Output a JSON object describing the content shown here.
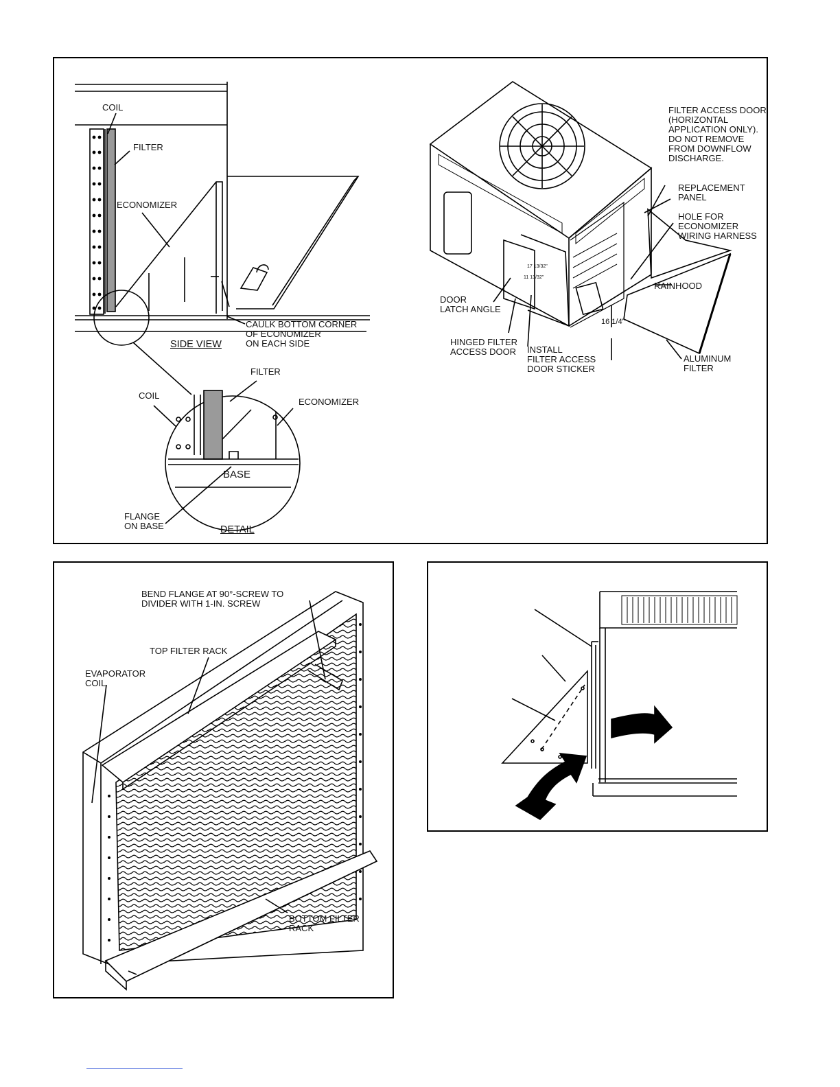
{
  "figure_top": {
    "side_view": {
      "coil": "COIL",
      "filter": "FILTER",
      "economizer": "ECONOMIZER",
      "caulk": "CAULK BOTTOM CORNER\nOF ECONOMIZER\nON EACH SIDE",
      "title": "SIDE VIEW"
    },
    "detail": {
      "filter": "FILTER",
      "coil": "COIL",
      "economizer": "ECONOMIZER",
      "base": "BASE",
      "flange": "FLANGE\nON BASE",
      "title": "DETAIL"
    },
    "unit": {
      "filter_access_door": "FILTER ACCESS DOOR\n(HORIZONTAL\nAPPLICATION ONLY).\nDO NOT REMOVE\nFROM DOWNFLOW\nDISCHARGE.",
      "replacement_panel": "REPLACEMENT\nPANEL",
      "hole": "HOLE FOR\nECONOMIZER\nWIRING HARNESS",
      "rainhood": "RAINHOOD",
      "door_latch": "DOOR\nLATCH ANGLE",
      "hinged_door": "HINGED FILTER\nACCESS DOOR",
      "install_sticker": "INSTALL\nFILTER ACCESS\nDOOR STICKER",
      "aluminum_filter": "ALUMINUM\nFILTER",
      "dim_height": "16 1/4\"",
      "dim_a": "17 13/32\"",
      "dim_b": "11 13/32\""
    }
  },
  "figure_left": {
    "bend_flange": "BEND FLANGE AT 90°-SCREW TO\nDIVIDER WITH 1-IN. SCREW",
    "top_rack": "TOP FILTER RACK",
    "evap_coil": "EVAPORATOR\nCOIL",
    "bottom_rack": "BOTTOM FILTER\nRACK"
  }
}
